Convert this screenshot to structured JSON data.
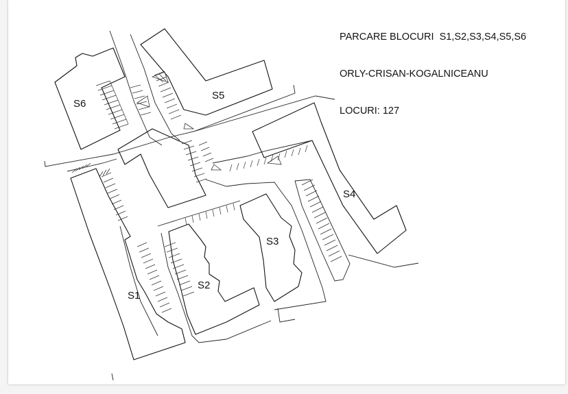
{
  "header": {
    "line1": "PARCARE BLOCURI  S1,S2,S3,S4,S5,S6",
    "line2": "ORLY-CRISAN-KOGALNICEANU",
    "line3": "LOCURI: 127"
  },
  "buildings": {
    "s1": "S1",
    "s2": "S2",
    "s3": "S3",
    "s4": "S4",
    "s5": "S5",
    "s6": "S6"
  }
}
